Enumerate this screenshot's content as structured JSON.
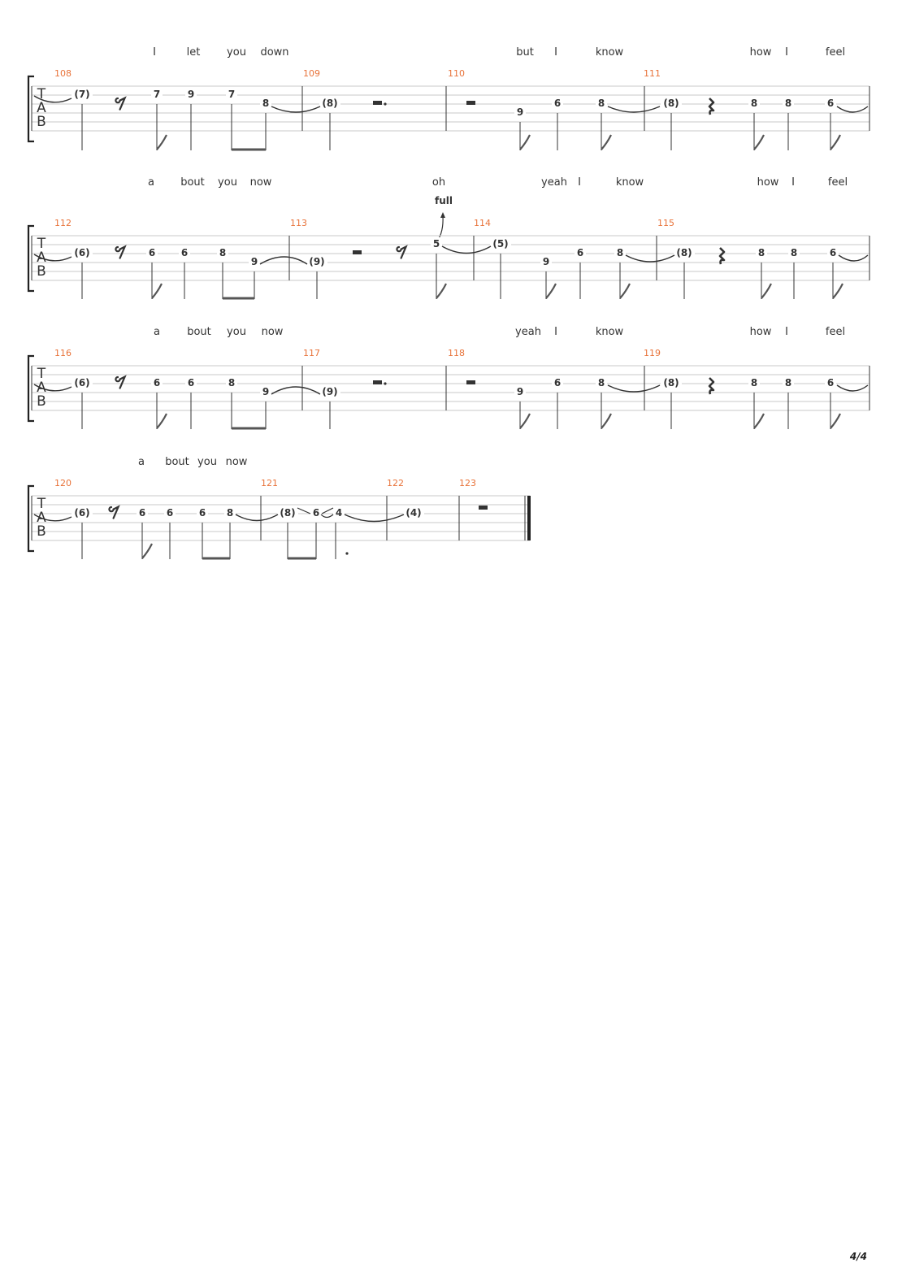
{
  "page_number": "4/4",
  "tab_clef": [
    "T",
    "A",
    "B"
  ],
  "bend_label": "full",
  "systems": [
    {
      "lyrics": [
        "I",
        "let",
        "you",
        "down",
        "but",
        "I",
        "know",
        "how",
        "I",
        "feel"
      ],
      "measure_numbers": [
        "108",
        "109",
        "110",
        "111"
      ],
      "frets": [
        "(7)",
        "7",
        "9",
        "7",
        "8",
        "(8)",
        "9",
        "6",
        "8",
        "(8)",
        "8",
        "8",
        "6"
      ]
    },
    {
      "lyrics": [
        "a",
        "bout",
        "you",
        "now",
        "oh",
        "yeah",
        "I",
        "know",
        "how",
        "I",
        "feel"
      ],
      "measure_numbers": [
        "112",
        "113",
        "114",
        "115"
      ],
      "frets": [
        "(6)",
        "6",
        "6",
        "8",
        "9",
        "(9)",
        "5",
        "(5)",
        "9",
        "6",
        "8",
        "(8)",
        "8",
        "8",
        "6"
      ]
    },
    {
      "lyrics": [
        "a",
        "bout",
        "you",
        "now",
        "yeah",
        "I",
        "know",
        "how",
        "I",
        "feel"
      ],
      "measure_numbers": [
        "116",
        "117",
        "118",
        "119"
      ],
      "frets": [
        "(6)",
        "6",
        "6",
        "8",
        "9",
        "(9)",
        "9",
        "6",
        "8",
        "(8)",
        "8",
        "8",
        "6"
      ]
    },
    {
      "lyrics": [
        "a",
        "bout",
        "you",
        "now"
      ],
      "measure_numbers": [
        "120",
        "121",
        "122",
        "123"
      ],
      "frets": [
        "(6)",
        "6",
        "6",
        "6",
        "8",
        "(8)",
        "6",
        "4",
        "(4)"
      ]
    }
  ]
}
